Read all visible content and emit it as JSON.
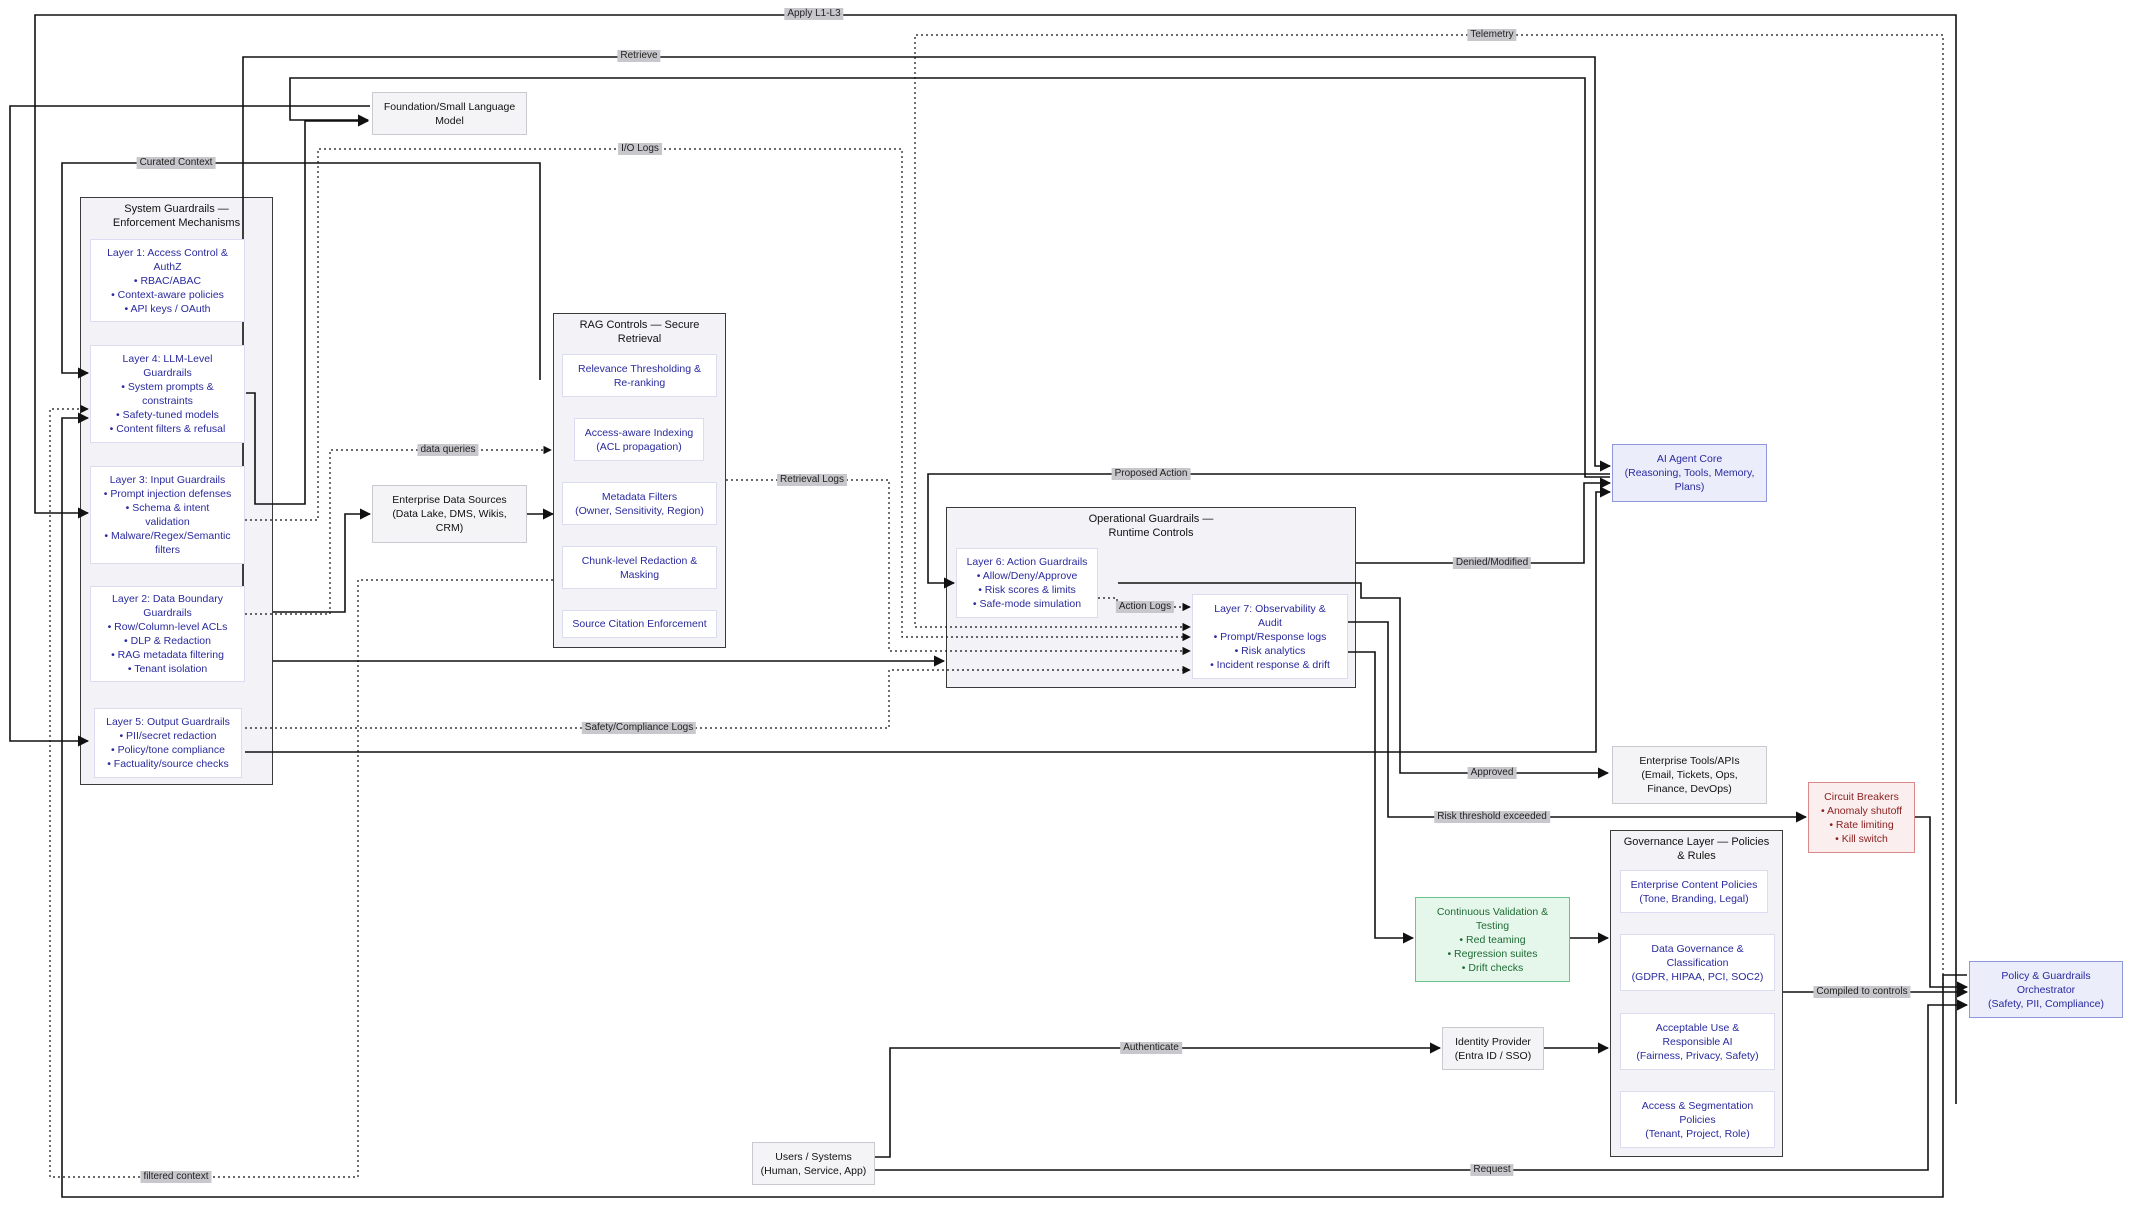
{
  "groups": {
    "system": "System Guardrails —\nEnforcement Mechanisms",
    "rag": "RAG Controls — Secure\nRetrieval",
    "operational": "Operational Guardrails —\nRuntime Controls",
    "governance": "Governance Layer — Policies\n& Rules"
  },
  "nodes": {
    "foundation": "Foundation/Small Language\nModel",
    "enterprise_data": "Enterprise Data Sources\n(Data Lake, DMS, Wikis,\nCRM)",
    "ai_core": "AI Agent Core\n(Reasoning, Tools, Memory,\nPlans)",
    "tools": "Enterprise Tools/APIs\n(Email, Tickets, Ops,\nFinance, DevOps)",
    "circuit": "Circuit Breakers\n• Anomaly shutoff\n• Rate limiting\n• Kill switch",
    "validation": "Continuous Validation &\nTesting\n• Red teaming\n• Regression suites\n• Drift checks",
    "identity": "Identity Provider\n(Entra ID / SSO)",
    "users": "Users / Systems\n(Human, Service, App)",
    "orchestrator": "Policy & Guardrails\nOrchestrator\n(Safety, PII, Compliance)",
    "layer1": "Layer 1: Access Control &\nAuthZ\n• RBAC/ABAC\n• Context-aware policies\n• API keys / OAuth",
    "layer4": "Layer 4: LLM-Level\nGuardrails\n• System prompts &\nconstraints\n• Safety-tuned models\n• Content filters & refusal",
    "layer3": "Layer 3: Input Guardrails\n• Prompt injection defenses\n• Schema & intent\nvalidation\n• Malware/Regex/Semantic\nfilters",
    "layer2": "Layer 2: Data Boundary\nGuardrails\n• Row/Column-level ACLs\n• DLP & Redaction\n• RAG metadata filtering\n• Tenant isolation",
    "layer5": "Layer 5: Output Guardrails\n• PII/secret redaction\n• Policy/tone compliance\n• Factuality/source checks",
    "rag_relevance": "Relevance Thresholding &\nRe-ranking",
    "rag_index": "Access-aware Indexing\n(ACL propagation)",
    "rag_metadata": "Metadata Filters\n(Owner, Sensitivity, Region)",
    "rag_chunk": "Chunk-level Redaction &\nMasking",
    "rag_citation": "Source Citation Enforcement",
    "layer6": "Layer 6: Action Guardrails\n• Allow/Deny/Approve\n• Risk scores & limits\n• Safe-mode simulation",
    "layer7": "Layer 7: Observability &\nAudit\n• Prompt/Response logs\n• Risk analytics\n• Incident response & drift",
    "gov_content": "Enterprise Content Policies\n(Tone, Branding, Legal)",
    "gov_data": "Data Governance &\nClassification\n(GDPR, HIPAA, PCI, SOC2)",
    "gov_ai": "Acceptable Use &\nResponsible AI\n(Fairness, Privacy, Safety)",
    "gov_access": "Access & Segmentation\nPolicies\n(Tenant, Project, Role)"
  },
  "edge_labels": {
    "apply": "Apply L1-L3",
    "telemetry": "Telemetry",
    "retrieve": "Retrieve",
    "curated": "Curated Context",
    "io_logs": "I/O Logs",
    "data_queries": "data queries",
    "retrieval_logs": "Retrieval Logs",
    "proposed": "Proposed Action",
    "denied": "Denied/Modified",
    "action_logs": "Action Logs",
    "safety_logs": "Safety/Compliance Logs",
    "approved": "Approved",
    "risk": "Risk threshold exceeded",
    "compiled": "Compiled to controls",
    "authenticate": "Authenticate",
    "filtered": "filtered context",
    "request": "Request"
  },
  "colors": {
    "layer_text": "#2a2a9e",
    "core_border": "#8f96dc",
    "circuit_text": "#8a1f1f",
    "validation_text": "#1f6b35",
    "edge": "#111111",
    "label_bg": "#c8c8cc"
  }
}
